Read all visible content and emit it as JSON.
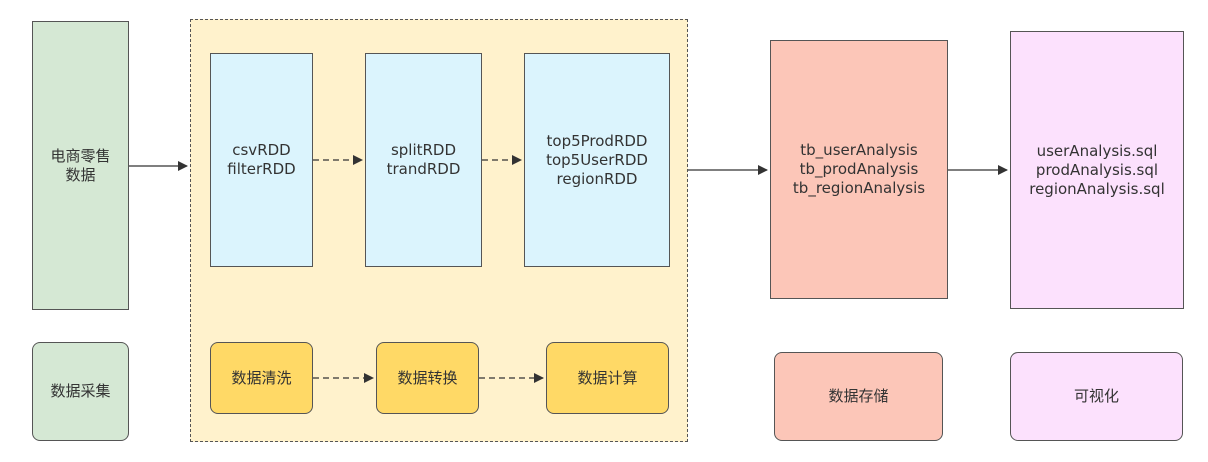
{
  "stages": {
    "source": {
      "text": "电商零售\n数据",
      "label": "数据采集"
    },
    "clean": {
      "text": "csvRDD\nfilterRDD",
      "label": "数据清洗"
    },
    "transform": {
      "text": "splitRDD\ntrandRDD",
      "label": "数据转换"
    },
    "compute": {
      "text": "top5ProdRDD\ntop5UserRDD\nregionRDD",
      "label": "数据计算"
    },
    "storage": {
      "text": "tb_userAnalysis\ntb_prodAnalysis\ntb_regionAnalysis",
      "label": "数据存储"
    },
    "visualize": {
      "text": "userAnalysis.sql\nprodAnalysis.sql\nregionAnalysis.sql",
      "label": "可视化"
    }
  },
  "colors": {
    "green": "#d5e8d4",
    "blue": "#dbf4fd",
    "yellow": "#ffd966",
    "zone": "#fff2cc",
    "salmon": "#fcc6b8",
    "pink": "#fce1fd"
  }
}
